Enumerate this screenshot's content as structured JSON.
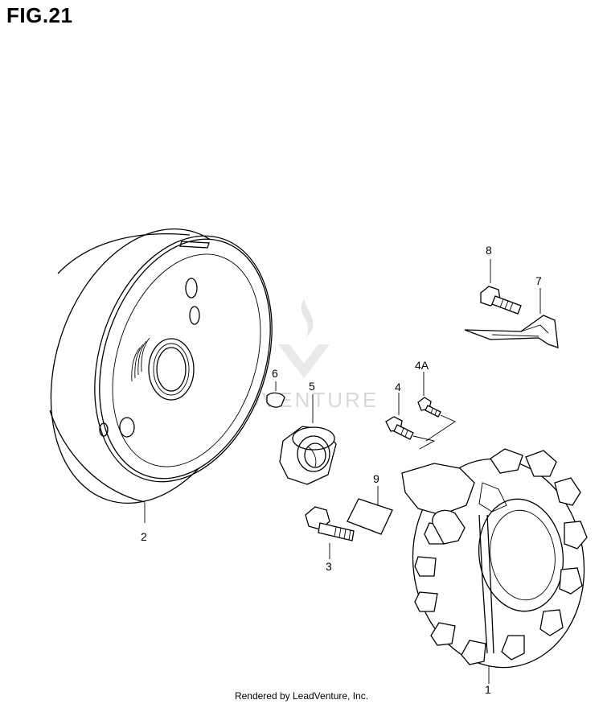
{
  "figure": {
    "title": "FIG.21",
    "footer": "Rendered by LeadVenture, Inc.",
    "watermark": "LEADVENTURE"
  },
  "callouts": [
    {
      "id": "c1",
      "label": "1"
    },
    {
      "id": "c2",
      "label": "2"
    },
    {
      "id": "c3",
      "label": "3"
    },
    {
      "id": "c4",
      "label": "4"
    },
    {
      "id": "c4a",
      "label": "4A"
    },
    {
      "id": "c5",
      "label": "5"
    },
    {
      "id": "c6",
      "label": "6"
    },
    {
      "id": "c7",
      "label": "7"
    },
    {
      "id": "c8",
      "label": "8"
    },
    {
      "id": "c9",
      "label": "9"
    }
  ]
}
